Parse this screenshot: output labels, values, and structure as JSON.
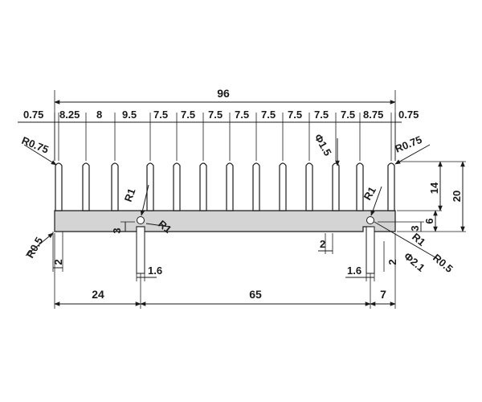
{
  "top": {
    "overall": "96",
    "spacing": [
      "0.75",
      "8.25",
      "8",
      "9.5",
      "7.5",
      "7.5",
      "7.5",
      "7.5",
      "7.5",
      "7.5",
      "7.5",
      "7.5",
      "8.75",
      "0.75"
    ]
  },
  "radius": {
    "left_top": "R0.75",
    "right_top": "R0.75",
    "left_base": "R0.5",
    "right_base": "R0.5",
    "pin_left_top": "R1",
    "pin_left_bottom": "R1",
    "pin_right_top": "R1",
    "pin_right_bottom": "R1"
  },
  "diameter": {
    "fin": "Φ1.5",
    "pin": "Φ2.1"
  },
  "right": {
    "fin_height": "14",
    "overall_height": "20",
    "base": "6",
    "step": "3"
  },
  "left": {
    "base_step": "3",
    "base_thickness": "2"
  },
  "bottom": {
    "segments": [
      "24",
      "65",
      "7"
    ],
    "pin_width_left": "1.6",
    "pin_width_right": "1.6",
    "groove_width": "2",
    "pin_extra": "2"
  }
}
